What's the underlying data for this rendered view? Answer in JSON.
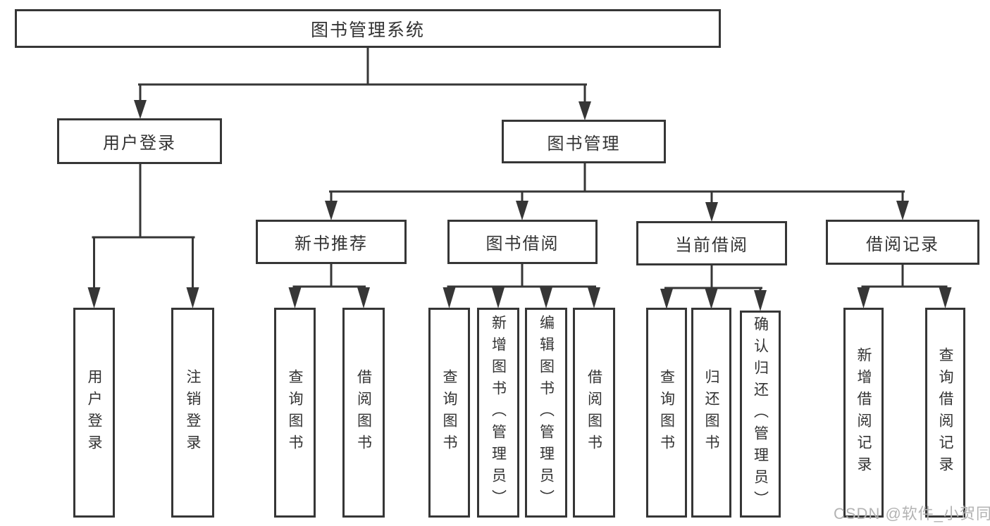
{
  "tree": {
    "root": {
      "label": "图书管理系统",
      "children": [
        {
          "label": "用户登录",
          "children": [
            {
              "label": "用户登录"
            },
            {
              "label": "注销登录"
            }
          ]
        },
        {
          "label": "图书管理",
          "children": [
            {
              "label": "新书推荐",
              "children": [
                {
                  "label": "查询图书"
                },
                {
                  "label": "借阅图书"
                }
              ]
            },
            {
              "label": "图书借阅",
              "children": [
                {
                  "label": "查询图书"
                },
                {
                  "label": "新增图书（管理员）"
                },
                {
                  "label": "编辑图书（管理员）"
                },
                {
                  "label": "借阅图书"
                }
              ]
            },
            {
              "label": "当前借阅",
              "children": [
                {
                  "label": "查询图书"
                },
                {
                  "label": "归还图书"
                },
                {
                  "label": "确认归还（管理员）"
                }
              ]
            },
            {
              "label": "借阅记录",
              "children": [
                {
                  "label": "新增借阅记录"
                },
                {
                  "label": "查询借阅记录"
                }
              ]
            }
          ]
        }
      ]
    }
  },
  "watermark": {
    "text": "CSDN @软件_小贺同学",
    "color": "#b3b3b3"
  },
  "colors": {
    "line": "#363636",
    "text": "#333333",
    "background": "#ffffff"
  }
}
